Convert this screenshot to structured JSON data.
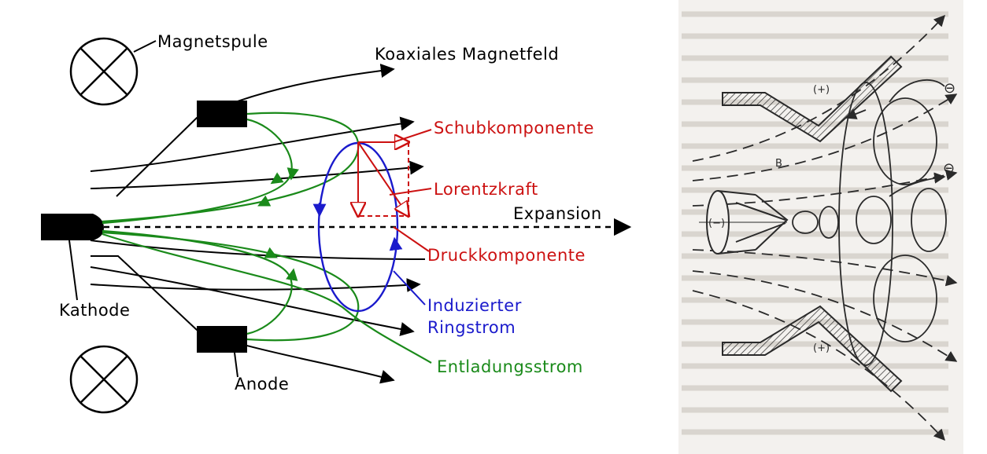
{
  "left_diagram": {
    "labels": {
      "magnetspule": "Magnetspule",
      "koaxiales_magnetfeld": "Koaxiales Magnetfeld",
      "schubkomponente": "Schubkomponente",
      "lorentzkraft": "Lorentzkraft",
      "expansion": "Expansion",
      "druckkomponente": "Druckkomponente",
      "induzierter": "Induzierter",
      "ringstrom": "Ringstrom",
      "kathode": "Kathode",
      "anode": "Anode",
      "entladungsstrom": "Entladungsstrom"
    },
    "colors": {
      "field_lines": "#000000",
      "discharge_current": "#1a8a1a",
      "forces": "#cc1111",
      "ring_current": "#1a1acc"
    }
  },
  "right_diagram": {
    "labels": {
      "plus_top": "(+)",
      "plus_bottom": "(+)",
      "minus_cathode": "(−)",
      "minus_1": "⊖",
      "minus_2": "⊖",
      "field_b": "B"
    },
    "colors": {
      "background": "#f3f1ee",
      "ink": "#2a2a2a"
    }
  }
}
